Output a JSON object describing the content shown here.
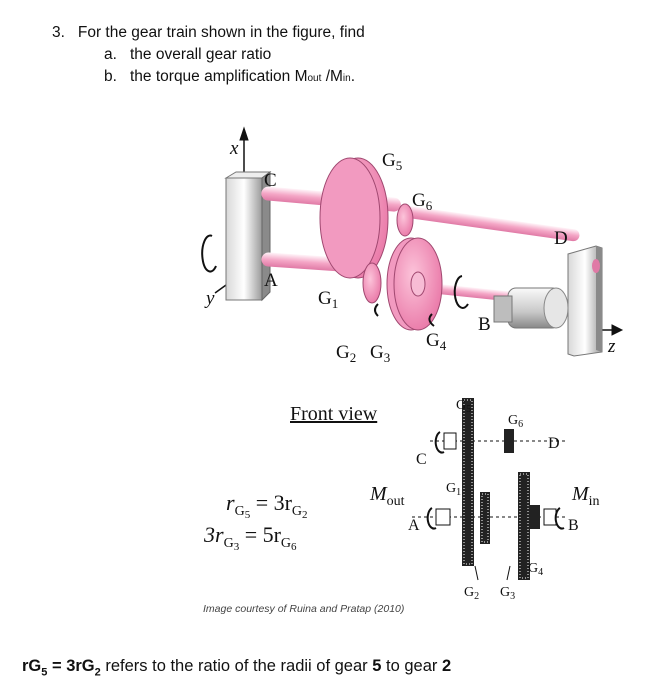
{
  "question": {
    "number": "3.",
    "text": "For the gear train shown in the figure, find",
    "items": [
      {
        "label": "a.",
        "text": "the overall gear ratio"
      },
      {
        "label": "b.",
        "text_prefix": "the torque amplification M",
        "sub1": "out",
        "mid": " /M",
        "sub2": "in",
        "suffix": "."
      }
    ]
  },
  "figure": {
    "labels": {
      "x": "x",
      "y": "y",
      "z": "z",
      "C": "C",
      "A": "A",
      "D": "D",
      "B": "B",
      "G5": "G",
      "G5n": "5",
      "G6": "G",
      "G6n": "6",
      "G1": "G",
      "G1n": "1",
      "G2": "G",
      "G2n": "2",
      "G3": "G",
      "G3n": "3",
      "G4": "G",
      "G4n": "4"
    },
    "front_view": {
      "title": "Front view",
      "C": "C",
      "D": "D",
      "A": "A",
      "B": "B",
      "Mout": "M",
      "Mout_sub": "out",
      "Min": "M",
      "Min_sub": "in",
      "G5": "G",
      "G5n": "5",
      "G6": "G",
      "G6n": "6",
      "G1": "G",
      "G1n": "1",
      "G4": "G",
      "G4n": "4",
      "G2": "G",
      "G2n": "2",
      "G3": "G",
      "G3n": "3"
    },
    "eq1": {
      "lhs": "r",
      "lhs_sub": "G",
      "lhs_subn": "5",
      "op": " = 3r",
      "rhs_sub": "G",
      "rhs_subn": "2"
    },
    "eq2": {
      "lhs": "3r",
      "lhs_sub": "G",
      "lhs_subn": "3",
      "op": " = 5r",
      "rhs_sub": "G",
      "rhs_subn": "6"
    }
  },
  "credit": "Image courtesy of Ruina and Pratap (2010)",
  "note": {
    "p1": "rG",
    "p1sub": "5",
    "p2": " = 3rG",
    "p2sub": "2",
    "p3": " refers to the ratio of the radii of gear ",
    "n1": "5",
    "p4": " to gear ",
    "n2": "2"
  }
}
